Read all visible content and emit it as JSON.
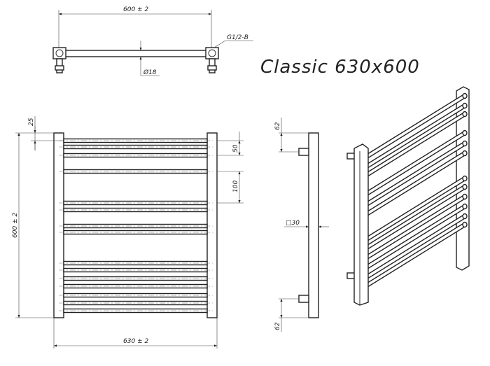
{
  "title": "Classic 630x600",
  "top_view": {
    "width_dim": "600 ± 2",
    "thread_label": "G1/2-B",
    "tube_diameter": "Ø18"
  },
  "front_view": {
    "top_offset": "25",
    "spacing_small": "50",
    "spacing_large": "100",
    "height_dim": "600 ± 2",
    "width_dim": "630 ± 2"
  },
  "side_view": {
    "top_offset": "62",
    "bottom_offset": "62",
    "profile": "□30"
  }
}
